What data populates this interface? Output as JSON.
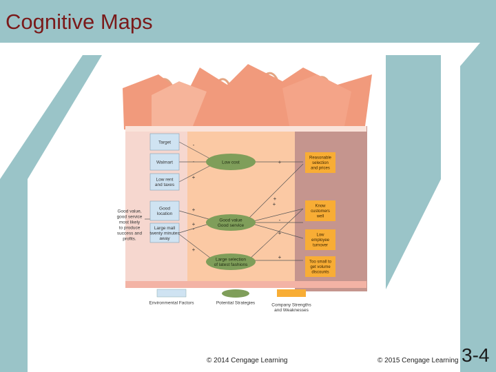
{
  "slide": {
    "title": "Cognitive Maps",
    "copyright_left": "© 2014 Cengage Learning",
    "copyright_right": "© 2015 Cengage Learning",
    "slide_number": "3-4",
    "colors": {
      "teal": "#9ac4c8",
      "title": "#7a1a1a"
    }
  },
  "diagram": {
    "goal_text": [
      "Good value,",
      "good service",
      "most likely",
      "to produce",
      "success and",
      "profits."
    ],
    "environmental_factors": [
      {
        "id": "target",
        "lines": [
          "Target"
        ]
      },
      {
        "id": "walmart",
        "lines": [
          "Walmart"
        ]
      },
      {
        "id": "low-rent",
        "lines": [
          "Low rent",
          "and taxes"
        ]
      },
      {
        "id": "good-location",
        "lines": [
          "Good",
          "location"
        ]
      },
      {
        "id": "large-mall",
        "lines": [
          "Large mall",
          "twenty minutes",
          "away"
        ]
      }
    ],
    "strategies": [
      {
        "id": "low-cost",
        "lines": [
          "Low cost"
        ]
      },
      {
        "id": "good-value",
        "lines": [
          "Good value",
          "Good service"
        ]
      },
      {
        "id": "large-selection",
        "lines": [
          "Large selection",
          "of latest fashions"
        ]
      }
    ],
    "strengths": [
      {
        "id": "reasonable",
        "lines": [
          "Reasonable",
          "selection",
          "and prices"
        ]
      },
      {
        "id": "know-customers",
        "lines": [
          "Know",
          "customers",
          "well"
        ]
      },
      {
        "id": "low-turnover",
        "lines": [
          "Low",
          "employee",
          "turnover"
        ]
      },
      {
        "id": "too-small",
        "lines": [
          "Too small to",
          "get volume",
          "discounts"
        ]
      }
    ],
    "signs": [
      "-",
      "-",
      "+",
      "+",
      "+",
      "+",
      "+",
      "+",
      "-",
      "+",
      "+",
      "+",
      "-"
    ],
    "legend": {
      "environmental": "Environmental Factors",
      "strategies": "Potential Strategies",
      "strengths": [
        "Company Strengths",
        "and Weaknesses"
      ]
    }
  }
}
